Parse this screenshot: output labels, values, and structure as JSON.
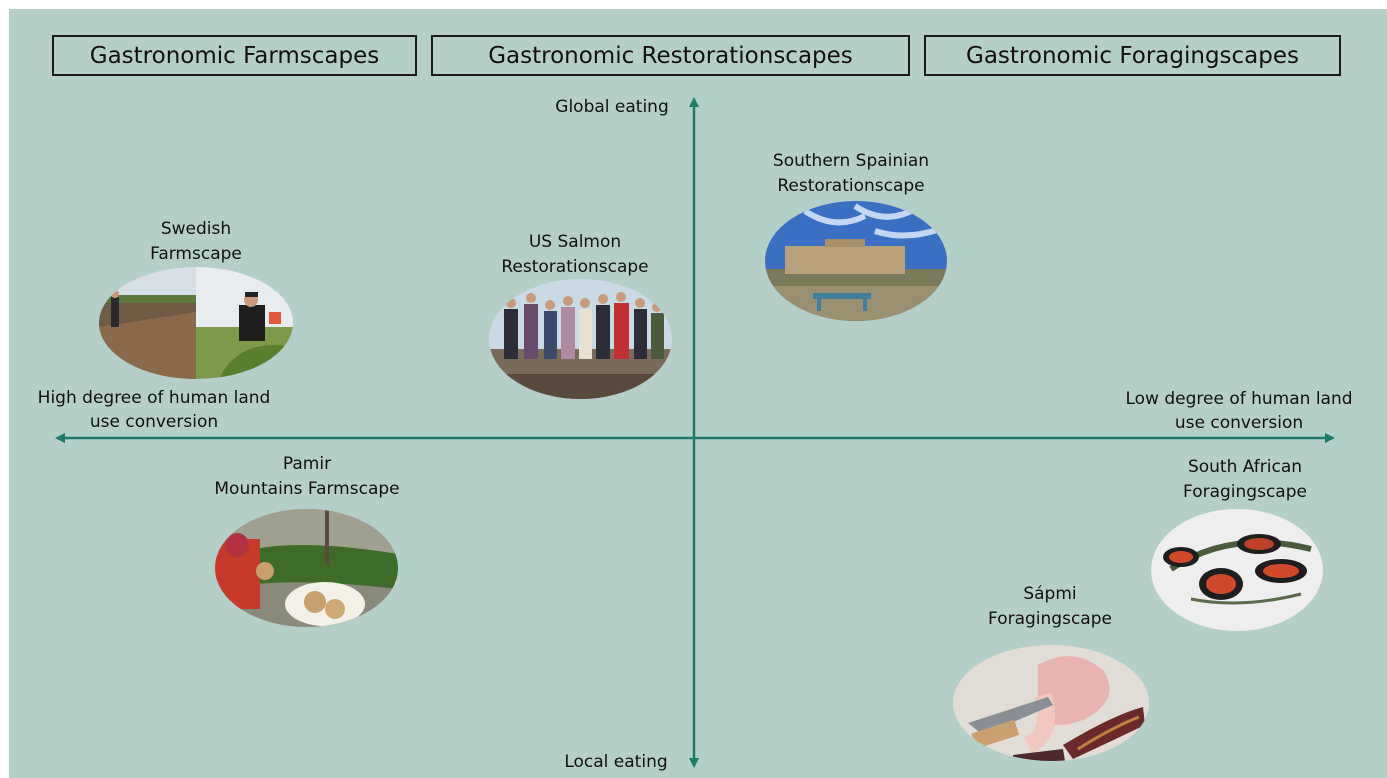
{
  "categories": [
    {
      "label": "Gastronomic Farmscapes"
    },
    {
      "label": "Gastronomic Restorationscapes"
    },
    {
      "label": "Gastronomic Foragingscapes"
    }
  ],
  "axes": {
    "top": "Global eating",
    "bottom": "Local eating",
    "left": [
      "High degree of human land",
      "use conversion"
    ],
    "right": [
      "Low degree of human land",
      "use conversion"
    ]
  },
  "cases": {
    "swedish": [
      "Swedish",
      "Farmscape"
    ],
    "us_salmon": [
      "US Salmon",
      "Restorationscape"
    ],
    "spain": [
      "Southern Spainian",
      "Restorationscape"
    ],
    "pamir": [
      "Pamir",
      "Mountains  Farmscape"
    ],
    "south_africa": [
      "South African",
      "Foragingscape"
    ],
    "sapmi": [
      "Sápmi",
      "Foragingscape"
    ]
  },
  "colors": {
    "background": "#b3cfc8",
    "axis": "#1f7a6c"
  }
}
